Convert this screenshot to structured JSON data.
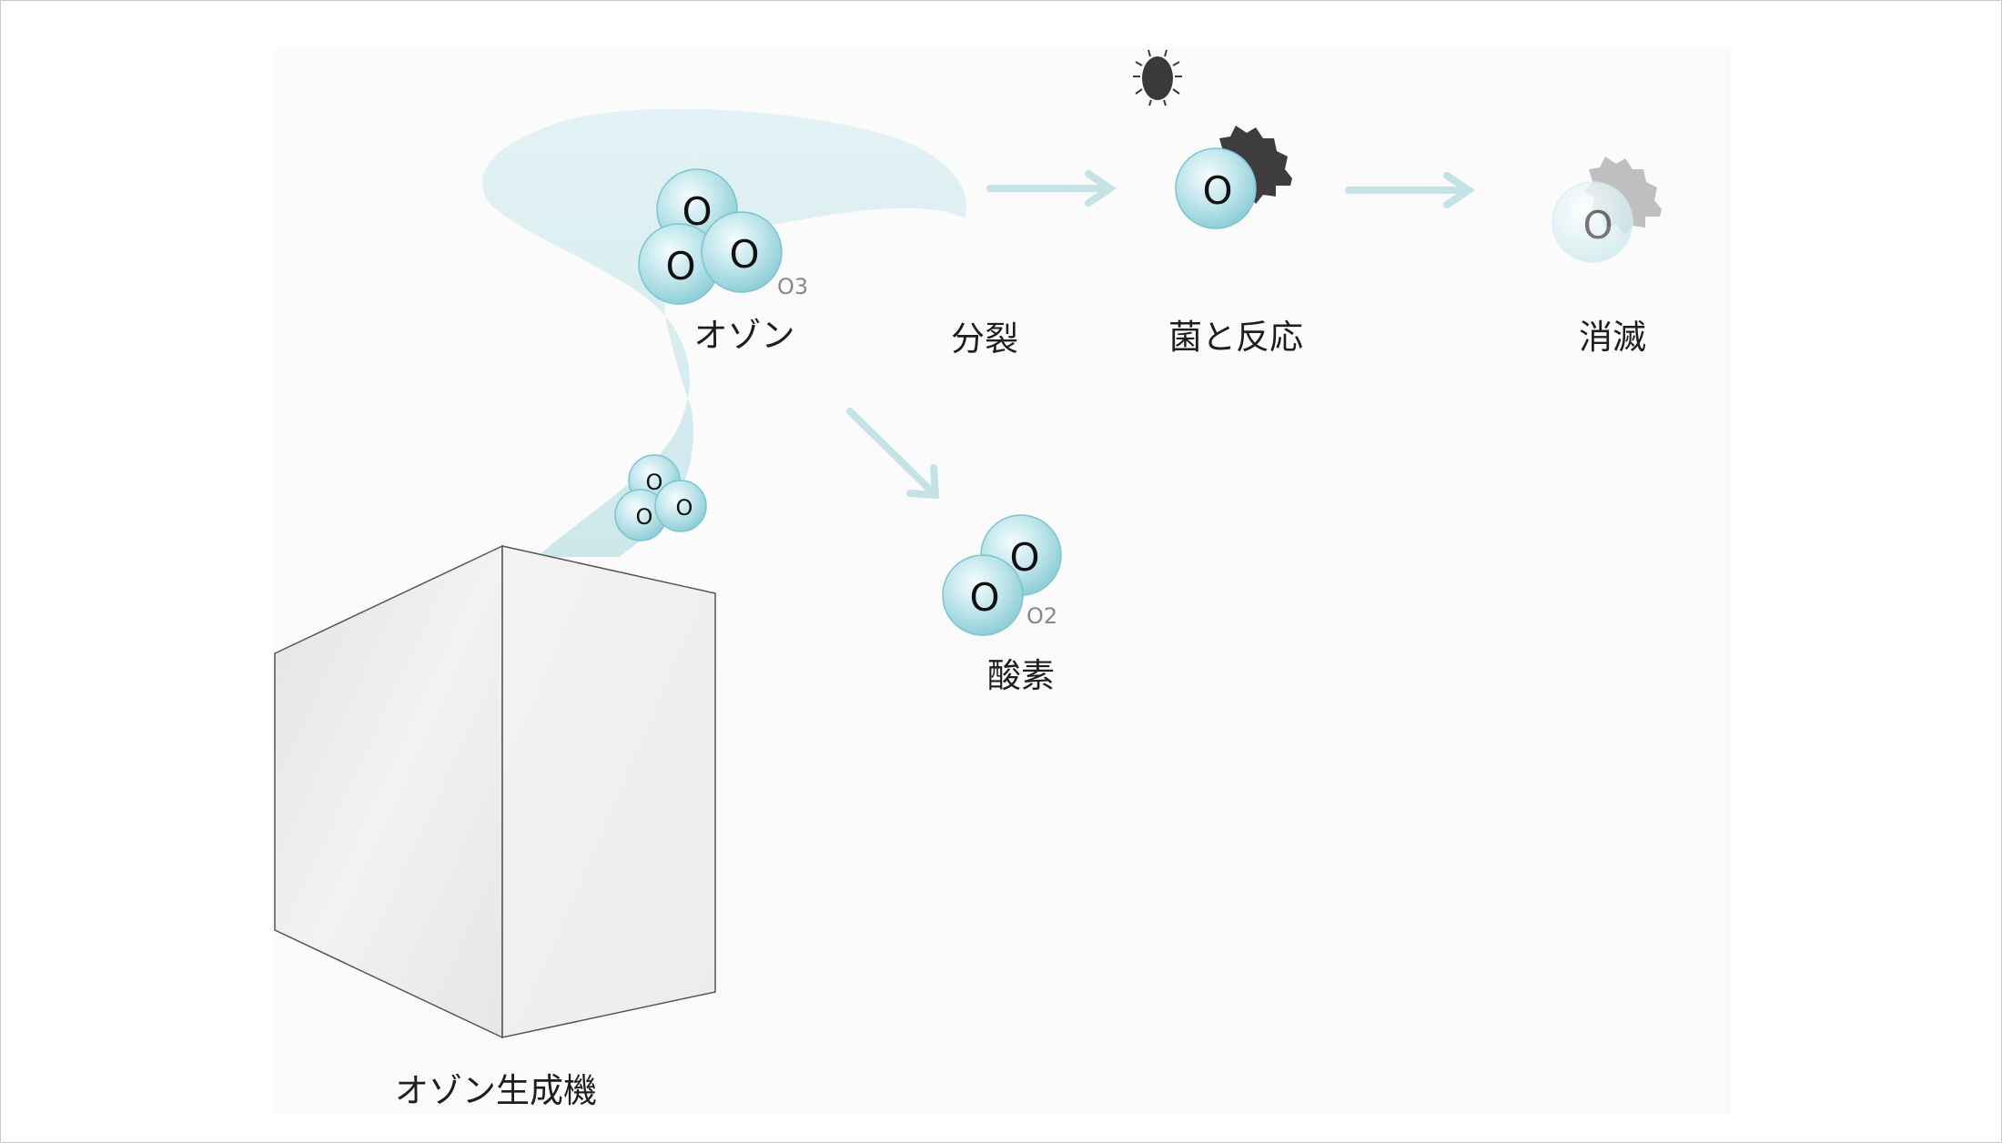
{
  "labels": {
    "ozone": "オゾン",
    "split": "分裂",
    "react": "菌と反応",
    "vanish": "消滅",
    "oxygen": "酸素",
    "generator": "オゾン生成機"
  },
  "atom_symbol": "O",
  "formulas": {
    "ozone": "O3",
    "oxygen": "O2"
  },
  "colors": {
    "molecule": "#a8dce3",
    "arrow": "#c3e3e7",
    "stream": "#d4ecef",
    "germ": "#3b3b3b"
  }
}
